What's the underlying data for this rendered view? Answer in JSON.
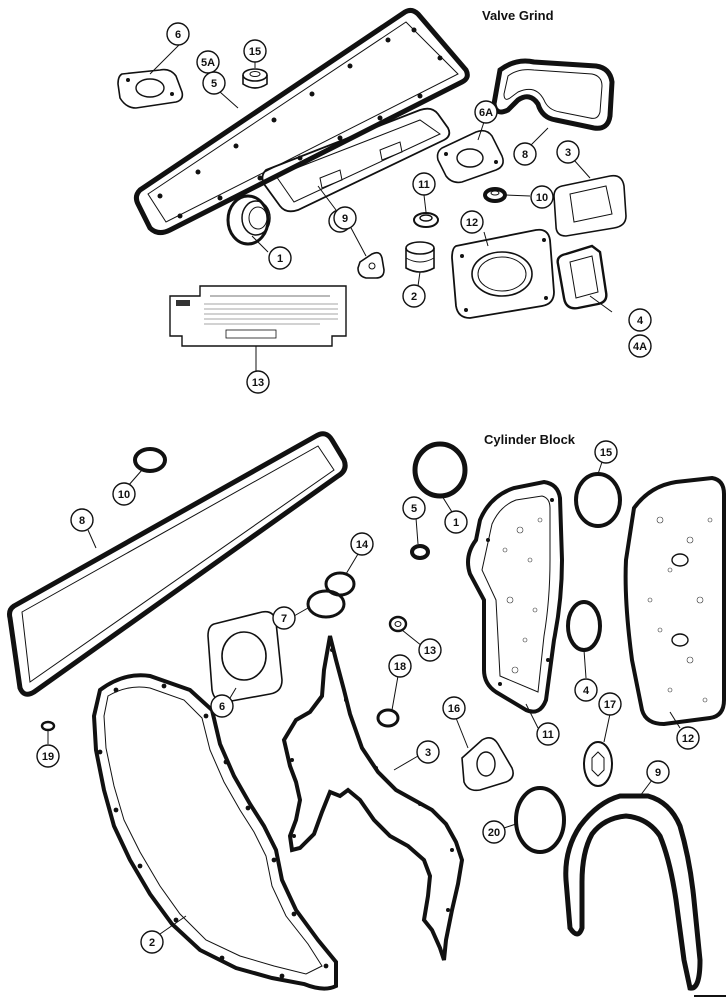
{
  "sections": {
    "valve_grind": {
      "title": "Valve Grind"
    },
    "cylinder_block": {
      "title": "Cylinder Block"
    }
  },
  "colors": {
    "ink": "#111111",
    "paper": "#ffffff"
  },
  "callouts_valve_grind": [
    "6",
    "15",
    "5A",
    "5",
    "6A",
    "8",
    "3",
    "11",
    "10",
    "7",
    "1",
    "9",
    "12",
    "2",
    "4",
    "4A",
    "13"
  ],
  "callouts_cylinder_block": [
    "10",
    "8",
    "1",
    "5",
    "15",
    "14",
    "7",
    "6",
    "13",
    "18",
    "16",
    "3",
    "4",
    "11",
    "12",
    "17",
    "9",
    "19",
    "20",
    "2"
  ]
}
